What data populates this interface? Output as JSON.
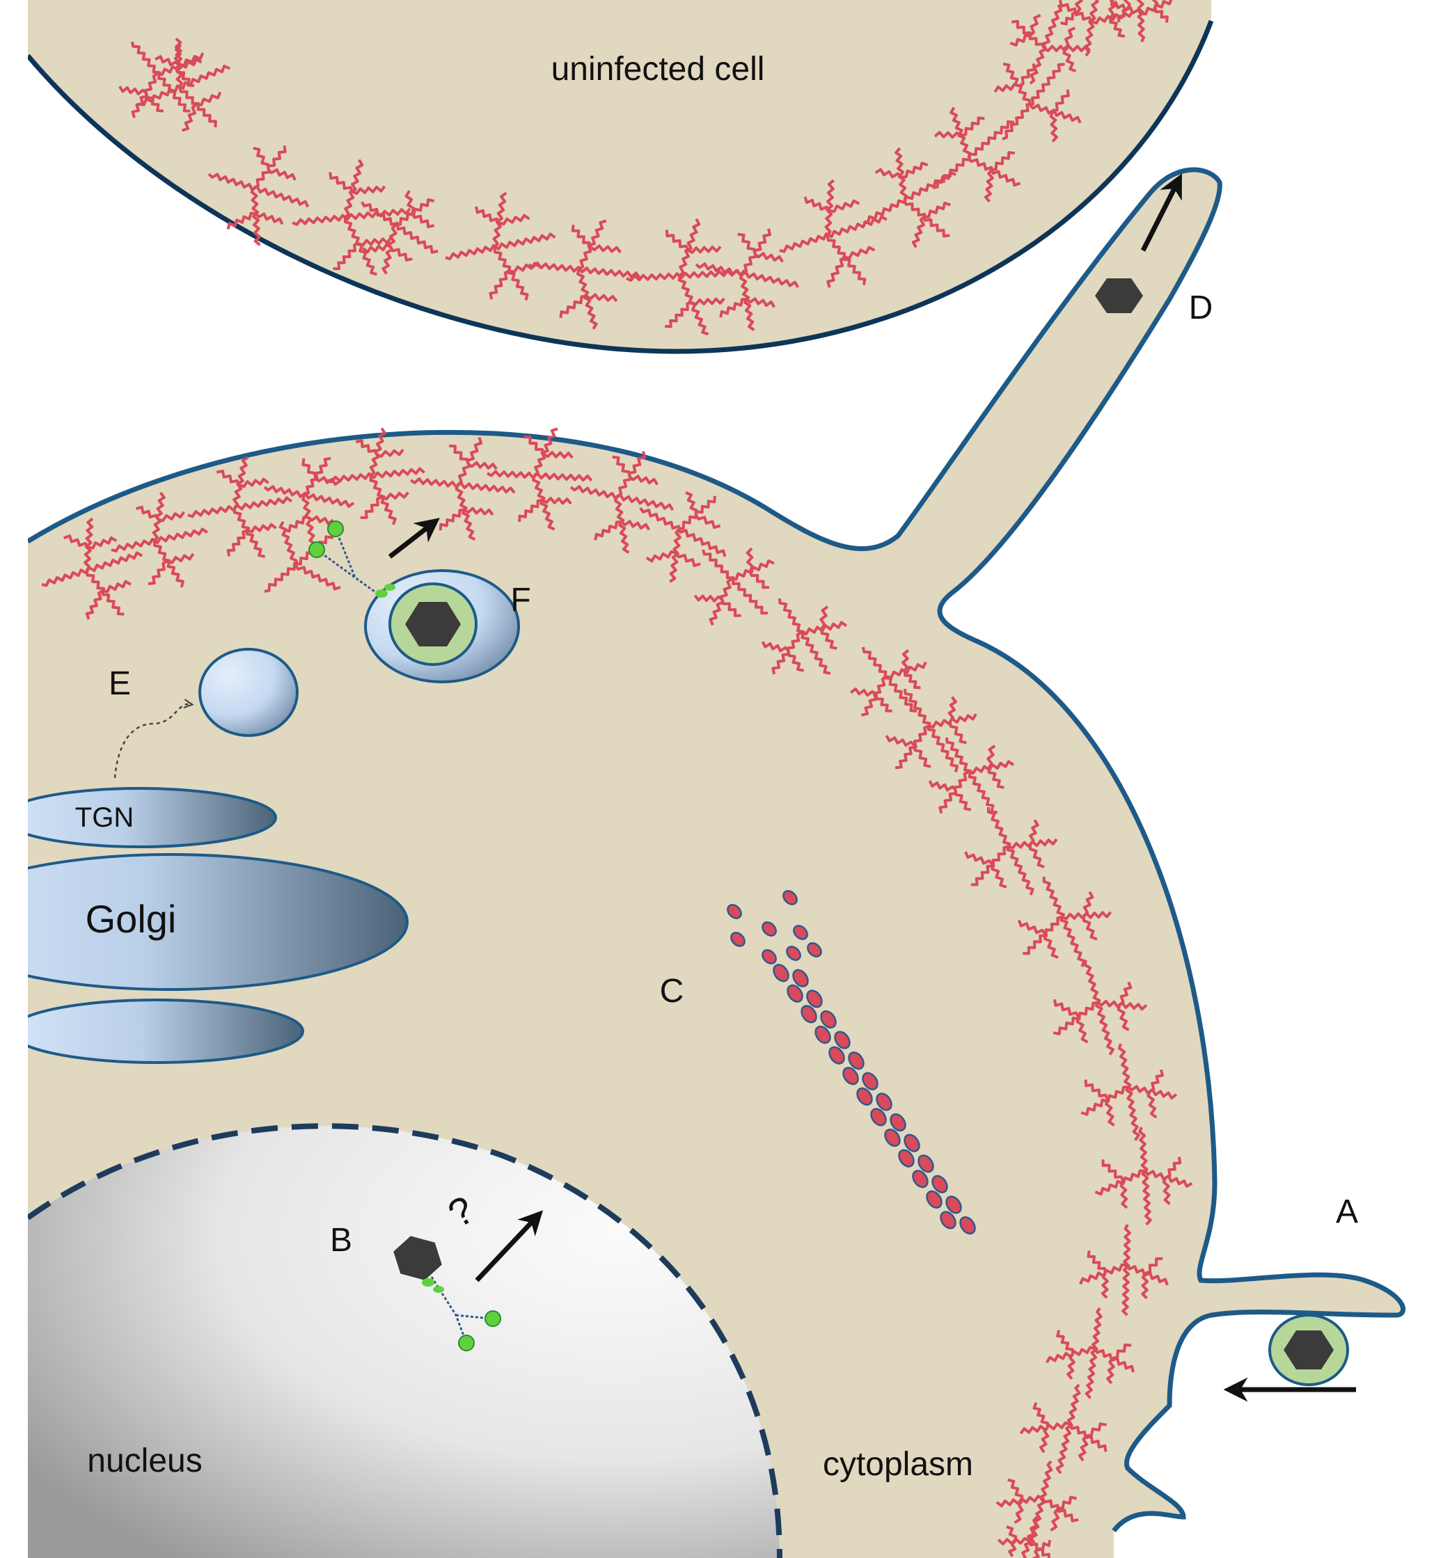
{
  "labels": {
    "uninfected_cell": "uninfected cell",
    "D": "D",
    "F": "F",
    "E": "E",
    "TGN": "TGN",
    "Golgi": "Golgi",
    "C": "C",
    "B": "B",
    "question": "?",
    "A": "A",
    "nucleus": "nucleus",
    "cytoplasm": "cytoplasm"
  },
  "colors": {
    "cytoplasm_fill": "#e1d8c0",
    "membrane": "#1d5a88",
    "membrane_top": "#0d3558",
    "actin": "#d94a5a",
    "actin_outline": "#2e5a8a",
    "virion": "#3b3b3b",
    "envelope": "#b7d79a",
    "vesicle": "#c5daf1",
    "motor": "#5fd13f"
  },
  "icons": {
    "virion": "hexagon-virion-icon",
    "arrow": "arrow-icon",
    "motor": "kinesin-motor-icon"
  }
}
